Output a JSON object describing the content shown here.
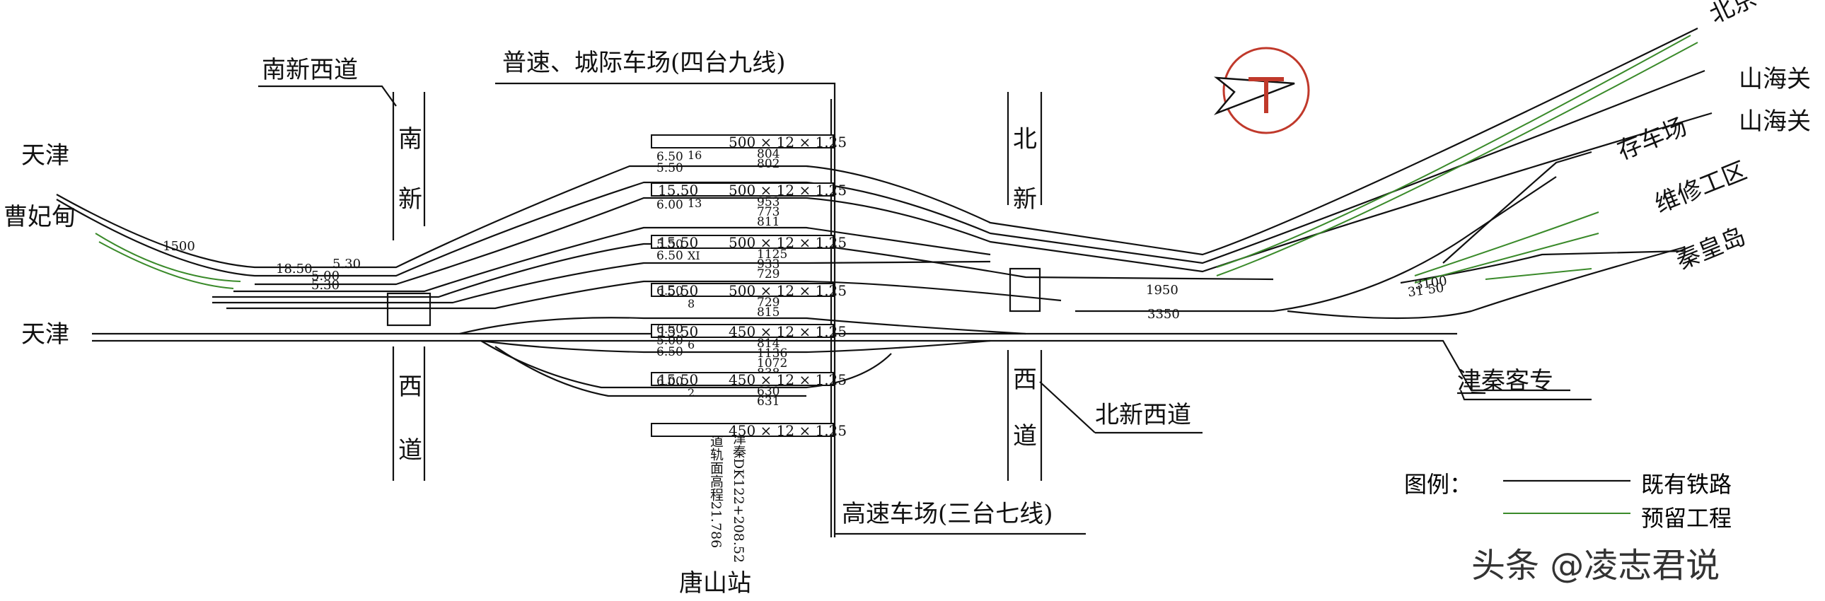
{
  "labels": {
    "tianjin_top": "天津",
    "caofeidian": "曹妃甸",
    "tianjin_main": "天津",
    "nanxinxidao": "南新西道",
    "nan": "南",
    "xin": "新",
    "xi_left": "西",
    "dao_left": "道",
    "bei": "北",
    "xin_right": "新",
    "xi_right": "西",
    "dao_right": "道",
    "beixinxidao": "北新西道",
    "yard_top": "普速、城际车场(四台九线)",
    "yard_bottom": "高速车场(三台七线)",
    "station": "唐山站",
    "beijing": "北京",
    "shanhaiguan1": "山海关",
    "shanhaiguan2": "山海关",
    "cuncheyard": "存车场",
    "weixiu": "维修工区",
    "qinhuangdao": "秦皇岛",
    "jinqin": "津秦客专",
    "elev_note": "V道轨面高程21.786",
    "km_note": "津秦DK122+208.52"
  },
  "legend": {
    "title": "图例：",
    "existing": "既有铁路",
    "reserved": "预留工程"
  },
  "colors": {
    "existing": "#111111",
    "reserved": "#3a8a2a",
    "logo": "#c0392b"
  },
  "watermark": "头条 @凌志君说",
  "platforms": [
    {
      "spec": "500 × 12 × 1.25",
      "width": "",
      "track_left": "16",
      "lengths": [
        "804",
        "802"
      ]
    },
    {
      "spec": "500 × 12 × 1.25",
      "width": "15.50",
      "track_left": "13",
      "lengths": [
        "953",
        "773",
        "811"
      ]
    },
    {
      "spec": "500 × 12 × 1.25",
      "width": "15.50",
      "track_left": "XI",
      "lengths": [
        "1125",
        "933",
        "729"
      ]
    },
    {
      "spec": "500 × 12 × 1.25",
      "width": "15.50",
      "track_left": "8",
      "lengths": [
        "729",
        "815"
      ]
    },
    {
      "spec": "450 × 12 × 1.25",
      "width": "15.50",
      "track_left": "6",
      "lengths": [
        "814",
        "1136",
        "1072",
        "838"
      ]
    },
    {
      "spec": "450 × 12 × 1.25",
      "width": "15.50",
      "track_left": "2",
      "lengths": [
        "630",
        "631"
      ]
    },
    {
      "spec": "450 × 12 × 1.25",
      "width": "",
      "track_left": "",
      "lengths": []
    }
  ],
  "spacings": [
    "6.50",
    "5.50",
    "6.00",
    "5.50",
    "6.50",
    "6.50",
    "6.50",
    "5.00",
    "6.50",
    "6.00"
  ],
  "misc_numbers": {
    "r1": "1500",
    "r2": "18.50",
    "r3": "5.00",
    "r4": "5.30",
    "r5": "5.30",
    "d1": "1950",
    "d2": "3350",
    "d3": "3100",
    "d4": "31 50"
  }
}
